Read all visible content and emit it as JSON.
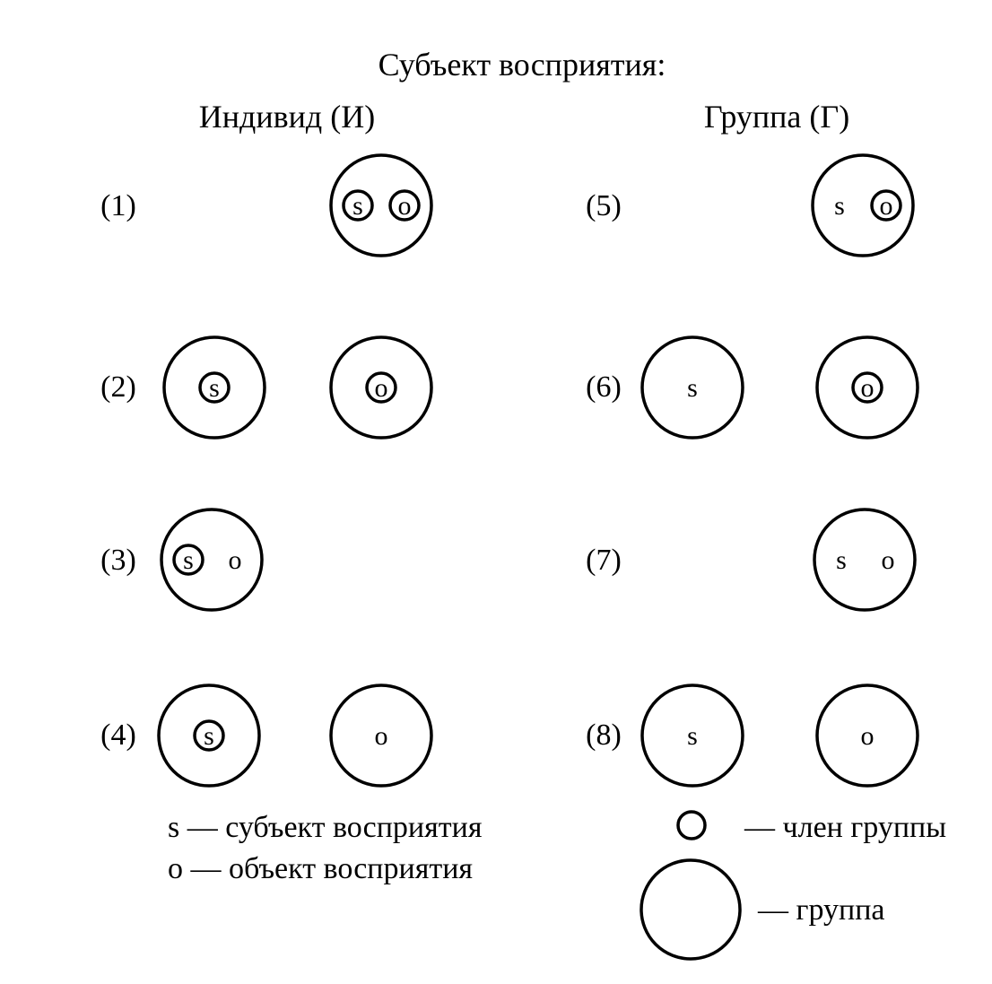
{
  "title": "Субъект восприятия:",
  "columns": {
    "left": "Индивид (И)",
    "right": "Группа (Г)"
  },
  "rows": [
    {
      "label": "(1)",
      "groups": [
        {
          "items": [
            {
              "text": "s",
              "member": true
            },
            {
              "text": "o",
              "member": true
            }
          ]
        }
      ]
    },
    {
      "label": "(2)",
      "groups": [
        {
          "items": [
            {
              "text": "s",
              "member": true
            }
          ]
        },
        {
          "items": [
            {
              "text": "o",
              "member": true
            }
          ]
        }
      ]
    },
    {
      "label": "(3)",
      "groups": [
        {
          "items": [
            {
              "text": "s",
              "member": true
            },
            {
              "text": "o",
              "member": false
            }
          ]
        }
      ]
    },
    {
      "label": "(4)",
      "groups": [
        {
          "items": [
            {
              "text": "s",
              "member": true
            }
          ]
        },
        {
          "items": [
            {
              "text": "o",
              "member": false
            }
          ]
        }
      ]
    },
    {
      "label": "(5)",
      "groups": [
        {
          "items": [
            {
              "text": "s",
              "member": false
            },
            {
              "text": "o",
              "member": true
            }
          ]
        }
      ]
    },
    {
      "label": "(6)",
      "groups": [
        {
          "items": [
            {
              "text": "s",
              "member": false
            }
          ]
        },
        {
          "items": [
            {
              "text": "o",
              "member": true
            }
          ]
        }
      ]
    },
    {
      "label": "(7)",
      "groups": [
        {
          "items": [
            {
              "text": "s",
              "member": false
            },
            {
              "text": "o",
              "member": false
            }
          ]
        }
      ]
    },
    {
      "label": "(8)",
      "groups": [
        {
          "items": [
            {
              "text": "s",
              "member": false
            }
          ]
        },
        {
          "items": [
            {
              "text": "o",
              "member": false
            }
          ]
        }
      ]
    }
  ],
  "legend": {
    "s_text": "s — субъект восприятия",
    "o_text": "o — объект восприятия",
    "member_text": "— член группы",
    "group_text": "— группа"
  }
}
